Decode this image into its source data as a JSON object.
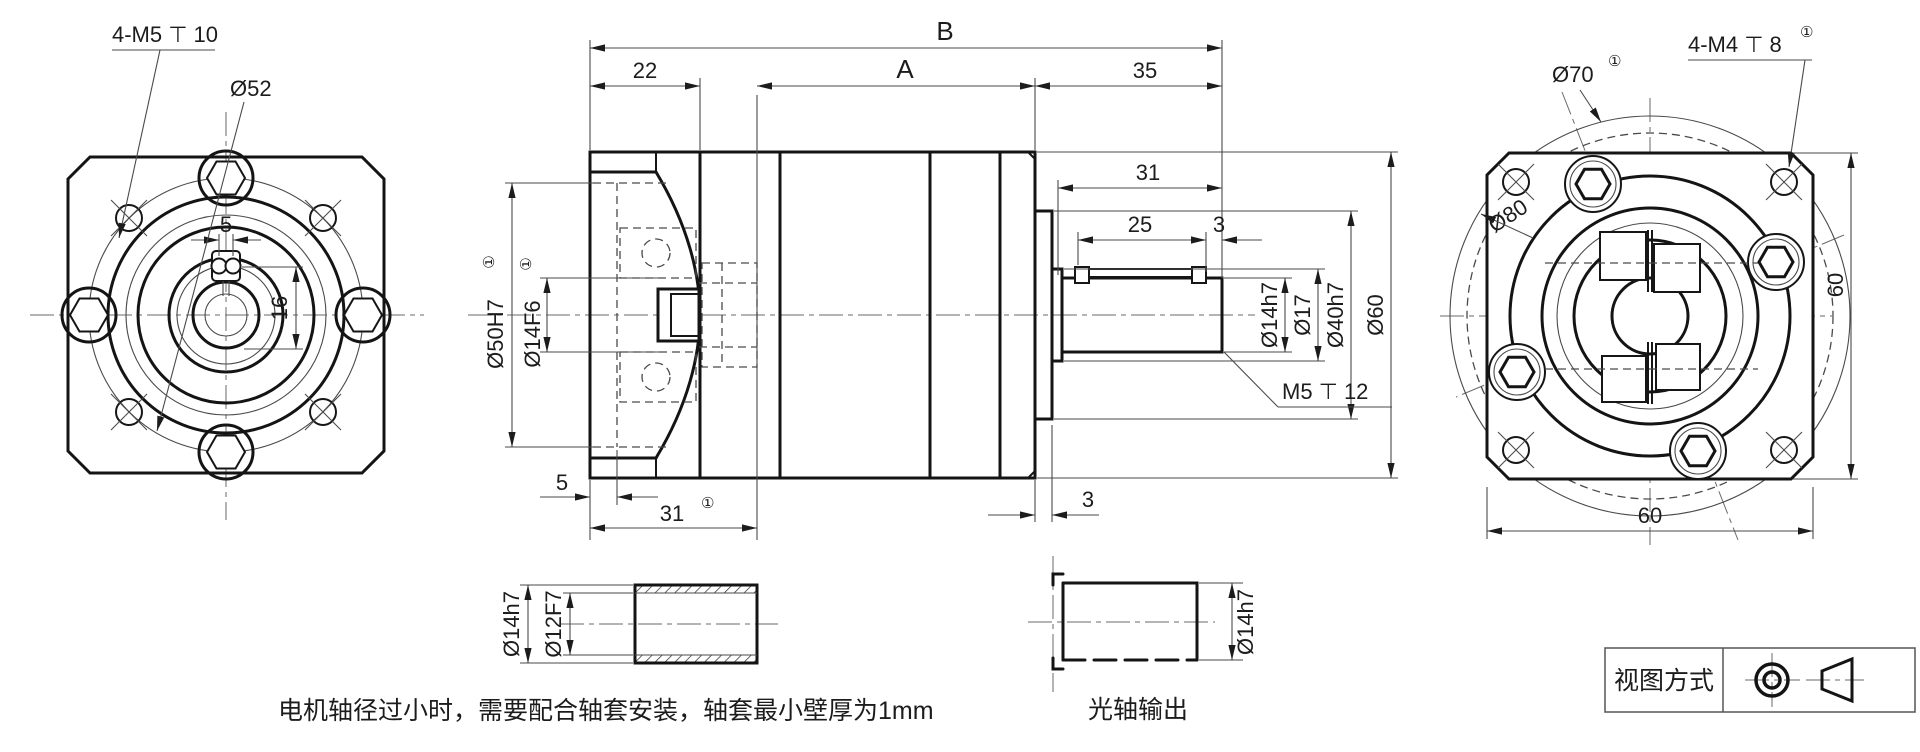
{
  "left_view": {
    "thread_note": "4-M5 ⊤ 10",
    "bolt_circle_dia": "Ø52",
    "slot_width": "5",
    "slot_offset": "16"
  },
  "middle_view": {
    "dim_total": "B",
    "dim_input_len": "22",
    "dim_body_len": "A",
    "dim_output_len": "35",
    "dim_shaft_len": "31",
    "dim_key_len": "25",
    "dim_key_end": "3",
    "input_pilot_dia": "Ø50H7",
    "input_pilot_sup": "①",
    "input_bore_dia": "Ø14F6",
    "input_bore_sup": "①",
    "dim_face_depth": "5",
    "dim_insert_depth": "31",
    "dim_insert_sup": "①",
    "dim_pilot_thick": "3",
    "shaft_dia": "Ø14h7",
    "step_dia": "Ø17",
    "pilot_dia": "Ø40h7",
    "body_dia": "Ø60",
    "shaft_thread_note": "M5 ⊤ 12"
  },
  "right_view": {
    "thread_note": "4-M4 ⊤ 8",
    "thread_sup": "①",
    "bolt_circle_dia": "Ø70",
    "bolt_circle_sup": "①",
    "flange_dia": "Ø80",
    "dim_height": "60",
    "dim_width": "60"
  },
  "sleeve_detail": {
    "outer_dia": "Ø14h7",
    "inner_dia": "Ø12F7"
  },
  "shaft_detail": {
    "dia": "Ø14h7",
    "caption": "光轴输出"
  },
  "note": "电机轴径过小时，需要配合轴套安装，轴套最小壁厚为1mm",
  "view_method": {
    "label": "视图方式"
  }
}
